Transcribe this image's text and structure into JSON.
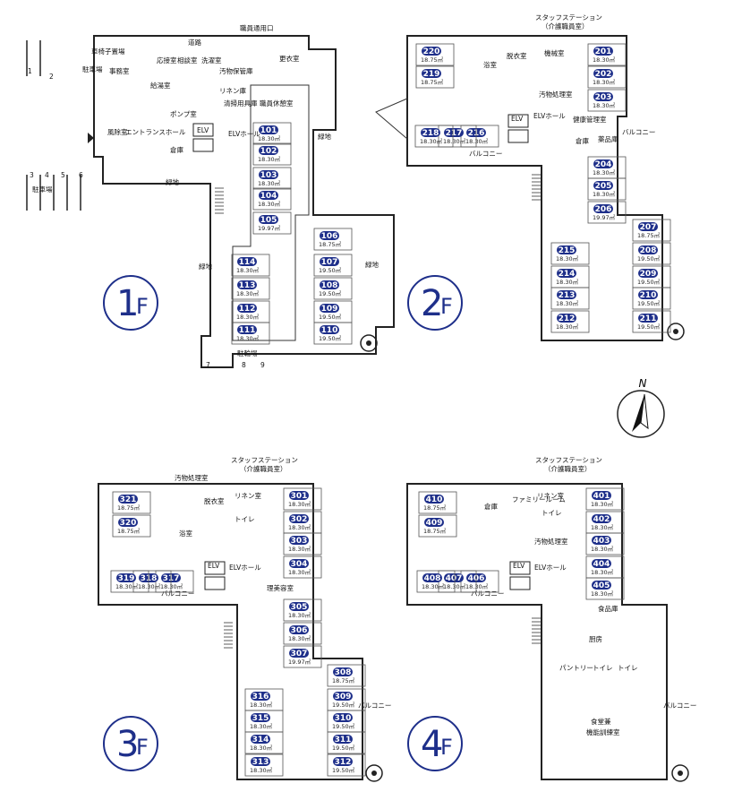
{
  "floors": [
    {
      "id": "1F",
      "num": "1",
      "suffix": "F",
      "rooms": [
        {
          "n": "101",
          "a": "18.30㎡"
        },
        {
          "n": "102",
          "a": "18.30㎡"
        },
        {
          "n": "103",
          "a": "18.30㎡"
        },
        {
          "n": "104",
          "a": "18.30㎡"
        },
        {
          "n": "105",
          "a": "19.97㎡"
        },
        {
          "n": "106",
          "a": "18.75㎡"
        },
        {
          "n": "107",
          "a": "19.50㎡"
        },
        {
          "n": "108",
          "a": "19.50㎡"
        },
        {
          "n": "109",
          "a": "19.50㎡"
        },
        {
          "n": "110",
          "a": "19.50㎡"
        },
        {
          "n": "111",
          "a": "18.30㎡"
        },
        {
          "n": "112",
          "a": "18.30㎡"
        },
        {
          "n": "113",
          "a": "18.30㎡"
        },
        {
          "n": "114",
          "a": "18.30㎡"
        }
      ],
      "labels": {
        "top_entrance": "職員通用口",
        "road": "道路",
        "office": "事務室",
        "reception": "応接室",
        "consult": "相談室",
        "laundry": "洗濯室",
        "wheelchair": "車椅子置場",
        "sanitary": "汚物保管庫",
        "changing": "更衣室",
        "kyuto": "給湯室",
        "linen": "リネン庫",
        "cleaning": "清掃用具庫",
        "staff_rest": "職員休憩室",
        "entrance": "エントランスホール",
        "windbreak": "風除室",
        "pump": "ポンプ室",
        "warehouse": "倉庫",
        "elv": "ELV",
        "elv_hall": "ELVホール",
        "green1": "緑地",
        "green2": "緑地",
        "green3": "緑地",
        "green4": "緑地",
        "parking_top": "駐車場",
        "parking_bottom": "駐車場",
        "bike": "駐輪場",
        "lot1": "1",
        "lot2": "2",
        "lot3": "3",
        "lot4": "4",
        "lot5": "5",
        "lot6": "6",
        "lot7": "7",
        "lot8": "8",
        "lot9": "9"
      }
    },
    {
      "id": "2F",
      "num": "2",
      "suffix": "F",
      "rooms": [
        {
          "n": "201",
          "a": "18.30㎡"
        },
        {
          "n": "202",
          "a": "18.30㎡"
        },
        {
          "n": "203",
          "a": "18.30㎡"
        },
        {
          "n": "204",
          "a": "18.30㎡"
        },
        {
          "n": "205",
          "a": "18.30㎡"
        },
        {
          "n": "206",
          "a": "19.97㎡"
        },
        {
          "n": "207",
          "a": "18.75㎡"
        },
        {
          "n": "208",
          "a": "19.50㎡"
        },
        {
          "n": "209",
          "a": "19.50㎡"
        },
        {
          "n": "210",
          "a": "19.50㎡"
        },
        {
          "n": "211",
          "a": "19.50㎡"
        },
        {
          "n": "212",
          "a": "18.30㎡"
        },
        {
          "n": "213",
          "a": "18.30㎡"
        },
        {
          "n": "214",
          "a": "18.30㎡"
        },
        {
          "n": "215",
          "a": "18.30㎡"
        },
        {
          "n": "216",
          "a": "18.30㎡"
        },
        {
          "n": "217",
          "a": "18.30㎡"
        },
        {
          "n": "218",
          "a": "18.30㎡"
        },
        {
          "n": "219",
          "a": "18.75㎡"
        },
        {
          "n": "220",
          "a": "18.75㎡"
        }
      ],
      "labels": {
        "staff_station": "スタッフステーション",
        "staff_station_sub": "（介護職員室）",
        "bath": "浴室",
        "dressing": "脱衣室",
        "machine": "機械室",
        "sanitary": "汚物処理室",
        "elv": "ELV",
        "elv_hall": "ELVホール",
        "health": "健康管理室",
        "warehouse": "倉庫",
        "medicine": "薬品庫",
        "balcony": "バルコニー",
        "balcony_v": "バルコニー"
      }
    },
    {
      "id": "3F",
      "num": "3",
      "suffix": "F",
      "rooms": [
        {
          "n": "301",
          "a": "18.30㎡"
        },
        {
          "n": "302",
          "a": "18.30㎡"
        },
        {
          "n": "303",
          "a": "18.30㎡"
        },
        {
          "n": "304",
          "a": "18.30㎡"
        },
        {
          "n": "305",
          "a": "18.30㎡"
        },
        {
          "n": "306",
          "a": "18.30㎡"
        },
        {
          "n": "307",
          "a": "19.97㎡"
        },
        {
          "n": "308",
          "a": "18.75㎡"
        },
        {
          "n": "309",
          "a": "19.50㎡"
        },
        {
          "n": "310",
          "a": "19.50㎡"
        },
        {
          "n": "311",
          "a": "19.50㎡"
        },
        {
          "n": "312",
          "a": "19.50㎡"
        },
        {
          "n": "313",
          "a": "18.30㎡"
        },
        {
          "n": "314",
          "a": "18.30㎡"
        },
        {
          "n": "315",
          "a": "18.30㎡"
        },
        {
          "n": "316",
          "a": "18.30㎡"
        },
        {
          "n": "317",
          "a": "18.30㎡"
        },
        {
          "n": "318",
          "a": "18.30㎡"
        },
        {
          "n": "319",
          "a": "18.30㎡"
        },
        {
          "n": "320",
          "a": "18.75㎡"
        },
        {
          "n": "321",
          "a": "18.75㎡"
        }
      ],
      "labels": {
        "staff_station": "スタッフステーション",
        "staff_station_sub": "（介護職員室）",
        "sanitary": "汚物処理室",
        "bath": "浴室",
        "dressing": "脱衣室",
        "linen": "リネン室",
        "toilet": "トイレ",
        "elv": "ELV",
        "elv_hall": "ELVホール",
        "beauty": "理美容室",
        "balcony": "バルコニー",
        "balcony_v": "バルコニー"
      }
    },
    {
      "id": "4F",
      "num": "4",
      "suffix": "F",
      "rooms": [
        {
          "n": "401",
          "a": "18.30㎡"
        },
        {
          "n": "402",
          "a": "18.30㎡"
        },
        {
          "n": "403",
          "a": "18.30㎡"
        },
        {
          "n": "404",
          "a": "18.30㎡"
        },
        {
          "n": "405",
          "a": "18.30㎡"
        },
        {
          "n": "406",
          "a": "18.30㎡"
        },
        {
          "n": "407",
          "a": "18.30㎡"
        },
        {
          "n": "408",
          "a": "18.30㎡"
        },
        {
          "n": "409",
          "a": "18.75㎡"
        },
        {
          "n": "410",
          "a": "18.75㎡"
        }
      ],
      "labels": {
        "staff_station": "スタッフステーション",
        "staff_station_sub": "（介護職員室）",
        "warehouse": "倉庫",
        "family": "ファミリールーム",
        "linen": "リネン室",
        "toilet": "トイレ",
        "sanitary": "汚物処理室",
        "elv": "ELV",
        "elv_hall": "ELVホール",
        "food_store": "食品庫",
        "kitchen": "厨房",
        "pantry": "パントリー",
        "toilet2": "トイレ",
        "toilet3": "トイレ",
        "dining": "食堂兼",
        "training": "機能訓練室",
        "balcony": "バルコニー",
        "balcony_v": "バルコニー"
      }
    }
  ],
  "compass": {
    "label": "N"
  },
  "colors": {
    "badge": "#1e2f8a",
    "wall": "#222222",
    "floor_label": "#1e2f8a"
  }
}
